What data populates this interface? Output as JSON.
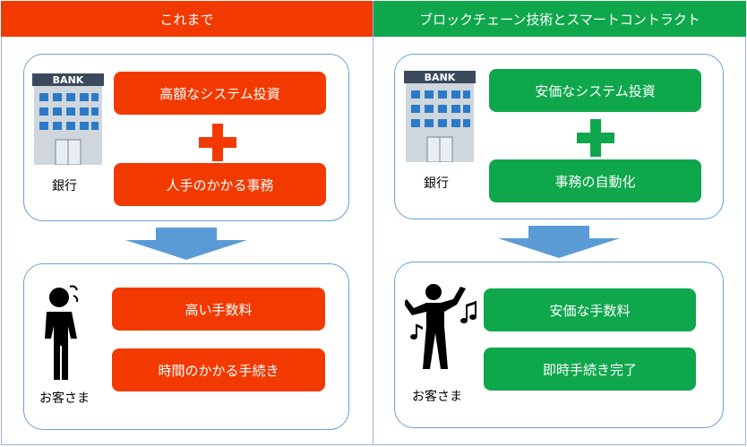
{
  "left": {
    "header": "これまで",
    "bank_label": "銀行",
    "bank_sign": "BANK",
    "items_top": [
      "高額なシステム投資",
      "人手のかかる事務"
    ],
    "customer_label": "お客さま",
    "items_bottom": [
      "高い手数料",
      "時間のかかる手続き"
    ]
  },
  "right": {
    "header": "ブロックチェーン技術とスマートコントラクト",
    "bank_label": "銀行",
    "bank_sign": "BANK",
    "items_top": [
      "安価なシステム投資",
      "事務の自動化"
    ],
    "customer_label": "お客さま",
    "items_bottom": [
      "安価な手数料",
      "即時手続き完了"
    ]
  },
  "colors": {
    "red": "#f23a00",
    "green": "#0fa74c",
    "arrow_blue": "#5b9bd5",
    "card_border": "#6a9fd3"
  }
}
